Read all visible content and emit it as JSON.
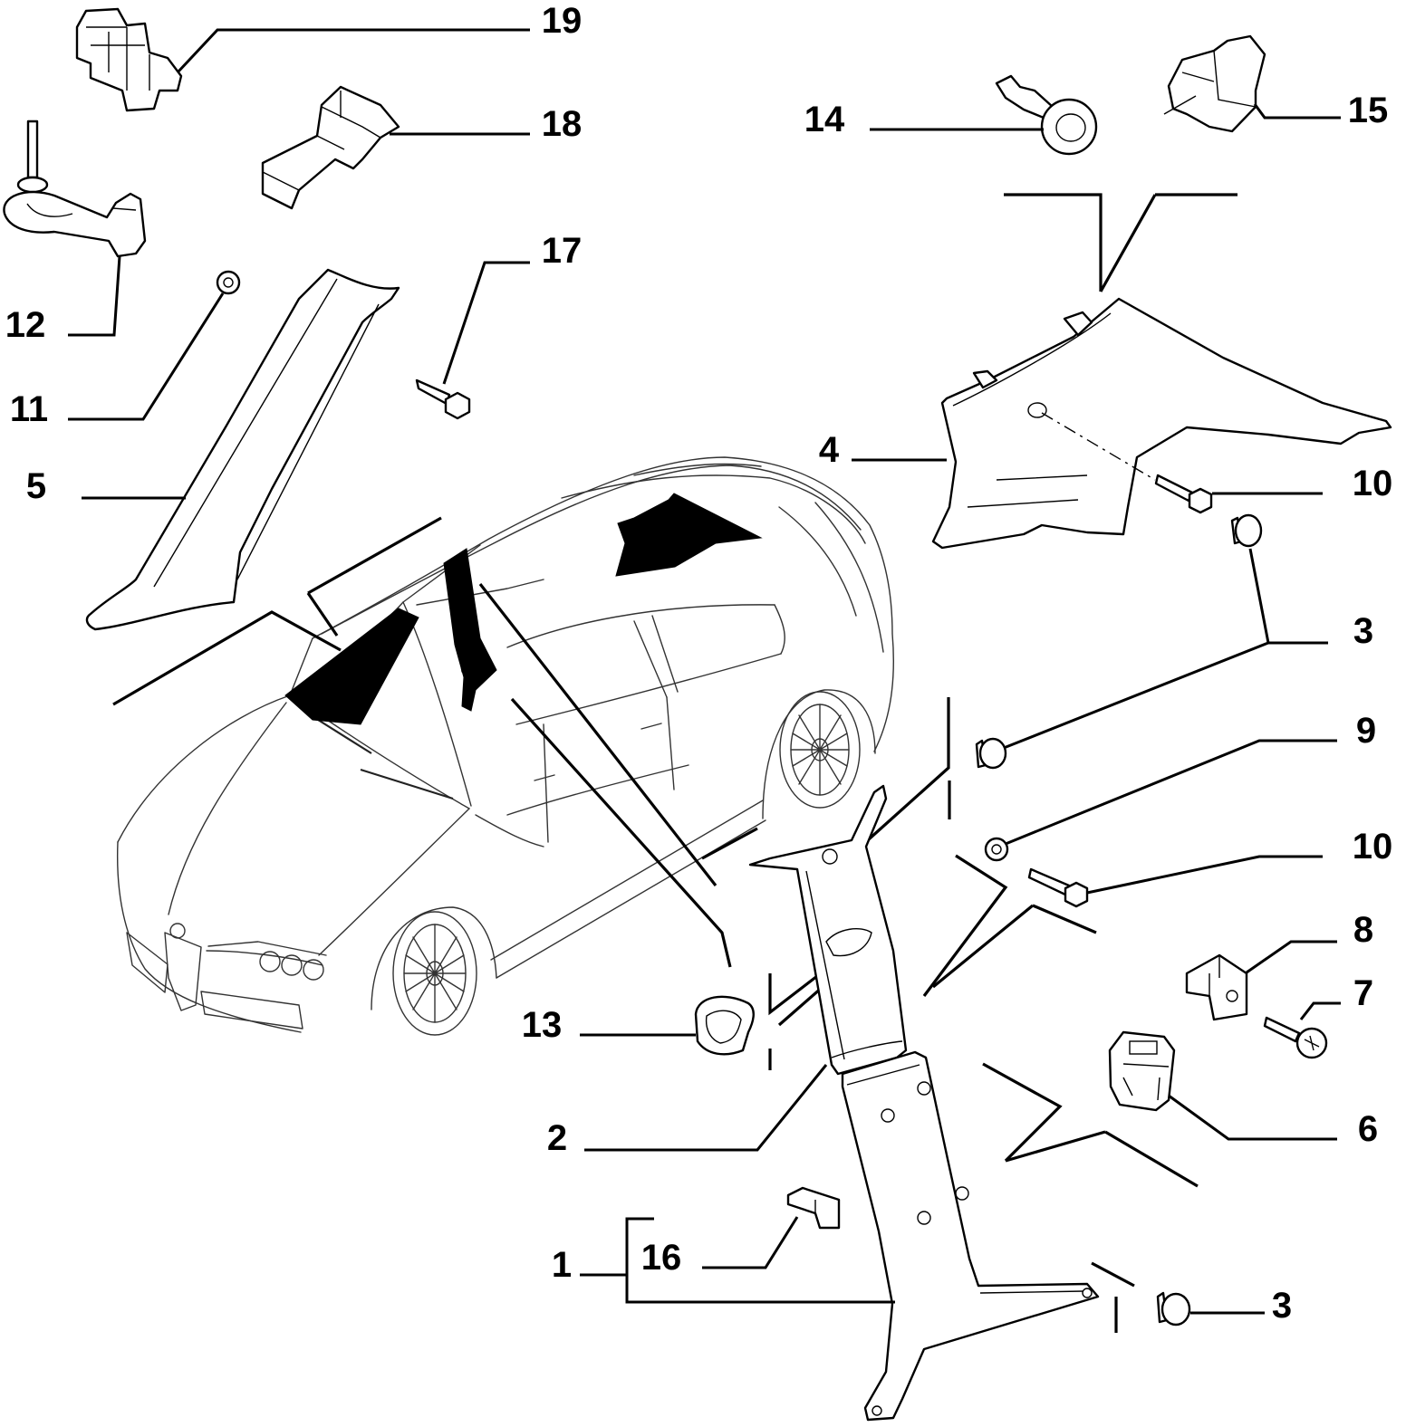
{
  "diagram": {
    "callouts": [
      "19",
      "18",
      "17",
      "14",
      "15",
      "12",
      "11",
      "5",
      "4",
      "10",
      "3",
      "9",
      "10",
      "8",
      "7",
      "13",
      "6",
      "2",
      "1",
      "16",
      "3"
    ]
  }
}
